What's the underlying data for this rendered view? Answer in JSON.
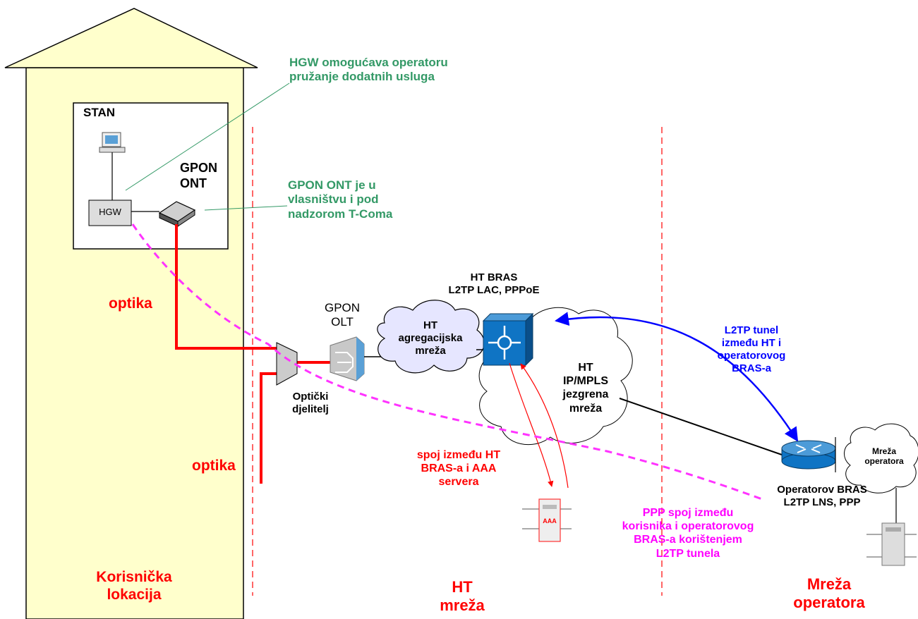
{
  "labels": {
    "stan": "STAN",
    "hgw": "HGW",
    "gpon_ont": "GPON\nONT",
    "hgw_note": "HGW omogućava operatoru\npružanje dodatnih usluga",
    "ont_note": "GPON ONT je u\nvlasništvu i pod\nnadzorom T-Coma",
    "optika_1": "optika",
    "optika_2": "optika",
    "splitter": "Optički\ndjelitelj",
    "gpon_olt": "GPON\nOLT",
    "aggregation": "HT\nagregacijska\nmreža",
    "ht_bras": "HT BRAS\nL2TP LAC, PPPoE",
    "core": "HT\nIP/MPLS\njezgrena\nmreža",
    "l2tp_tunnel": "L2TP tunel\nizmeđu HT i\noperatorovog\nBRAS-a",
    "operator_cloud": "Mreža\noperatora",
    "operator_bras": "Operatorov BRAS\nL2TP LNS, PPP",
    "aaa_link": "spoj između HT\nBRAS-a i AAA\nservera",
    "aaa": "AAA",
    "ppp_link": "PPP spoj između\nkorisnika i operatorovog\nBRAS-a korištenjem\nL2TP tunela",
    "zone_user": "Korisnička\nlokacija",
    "zone_ht": "HT\nmreža",
    "zone_operator": "Mreža\noperatora"
  },
  "colors": {
    "house_fill": "#ffffcc",
    "fiber": "#ff0000",
    "ppp_path": "#ff33ff",
    "tunnel": "#0000ff",
    "note_text": "#339966",
    "cloud_fill": "#e6e6ff",
    "bras_fill": "#0f74c4",
    "router_fill": "#1f8fc0"
  },
  "icons": [
    "computer-icon",
    "ont-device-icon",
    "splitter-icon",
    "olt-icon",
    "bras-switch-icon",
    "router-icon",
    "server-icon"
  ]
}
